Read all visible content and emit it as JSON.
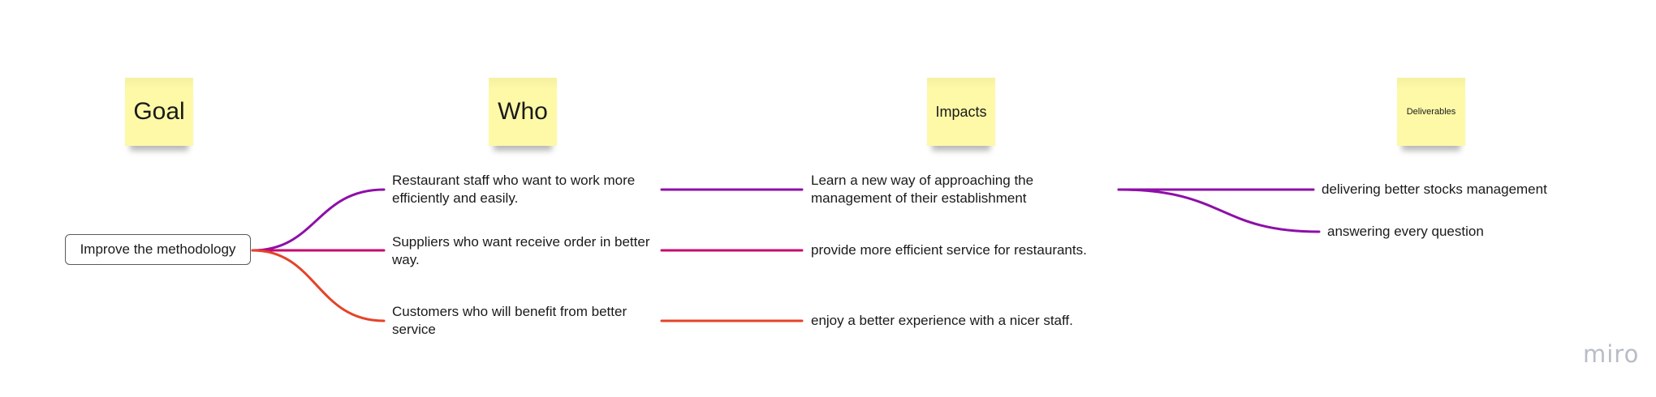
{
  "headers": {
    "goal": "Goal",
    "who": "Who",
    "impacts": "Impacts",
    "deliverables": "Deliverables"
  },
  "goal": "Improve the methodology",
  "who": [
    "Restaurant staff who want to work more efficiently and easily.",
    "Suppliers who want receive order in better way.",
    "Customers who will benefit from better service"
  ],
  "impacts": [
    "Learn a new way of approaching the management of their establishment",
    "provide more efficient service for restaurants.",
    "enjoy a better experience with a nicer staff."
  ],
  "deliverables": [
    "delivering better stocks management",
    "answering every question"
  ],
  "brand": "miro",
  "colors": {
    "branch_1": "#8e0fa8",
    "branch_2": "#c8076e",
    "branch_3": "#e54328",
    "sticky": "#fef9a7"
  }
}
